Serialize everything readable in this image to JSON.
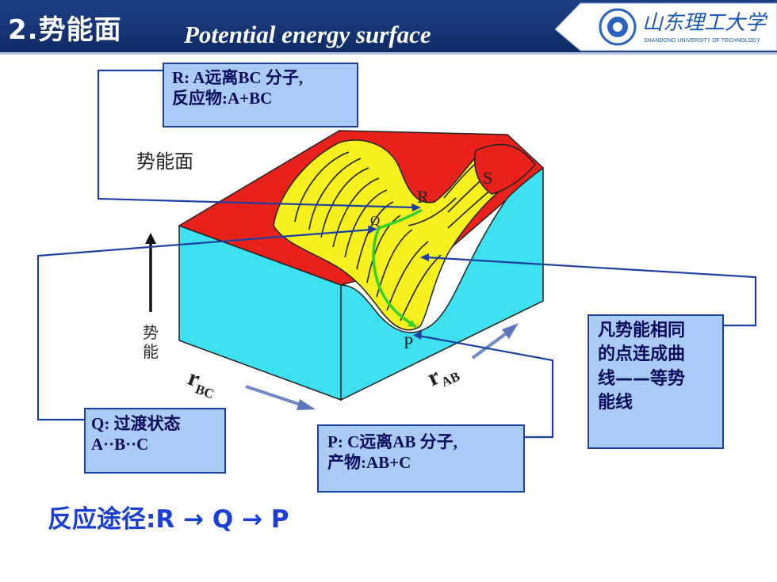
{
  "header": {
    "title_cn": "2.势能面",
    "title_en": "Potential energy surface",
    "logo_text_cn": "山东理工大学",
    "logo_text_en": "SHANDONG UNIVERSITY OF TECHNOLOGY"
  },
  "figure": {
    "surface_label": "势能面",
    "energy_axis_label_1": "势",
    "energy_axis_label_2": "能",
    "rbc_main": "r",
    "rbc_sub": "BC",
    "rab_main": "r",
    "rab_sub": "AB",
    "point_R": "R",
    "point_Q": "Q",
    "point_P": "P",
    "point_S": "S"
  },
  "boxes": {
    "r_line1": "R: A远离BC 分子,",
    "r_line2": "反应物:A+BC",
    "q_line1": "Q: 过渡状态",
    "q_line2": "A··B··C",
    "p_line1": "P: C远离AB 分子,",
    "p_line2": "产物:AB+C",
    "contour_line1": "凡势能相同",
    "contour_line2": "的点连成曲",
    "contour_line3": "线——等势",
    "contour_line4": "能线"
  },
  "pathway": "反应途径:R → Q → P",
  "colors": {
    "header_bg": "#163575",
    "box_fill": "#a9cbf6",
    "box_border": "#1e3fa2",
    "pathway_text": "#1b3fd6",
    "surface_red": "#e8211b",
    "surface_cyan": "#3ce0ef",
    "surface_yellow": "#f5f01e",
    "path_green": "#33d22b"
  }
}
